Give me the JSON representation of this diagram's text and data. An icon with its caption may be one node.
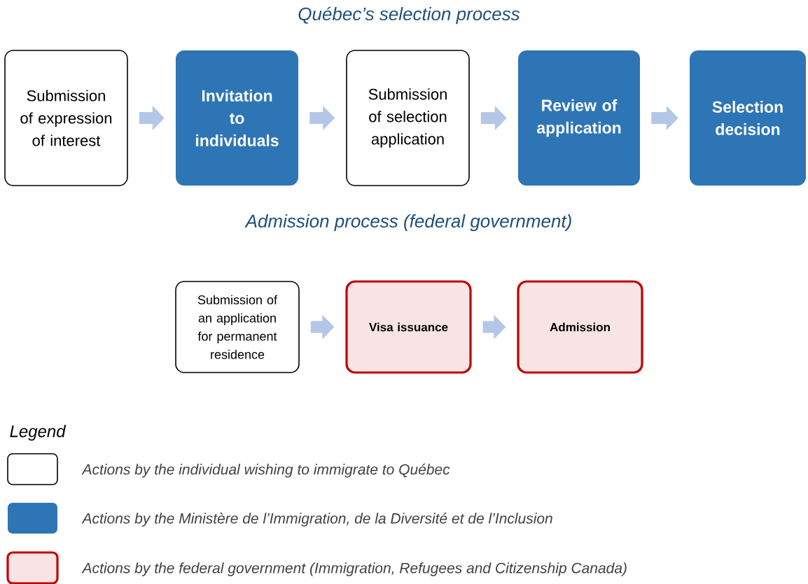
{
  "diagram": {
    "title": "Québec’s selection process",
    "nodes": [
      {
        "text": [
          "Submission of expression of interest"
        ]
      },
      {
        "text": [
          "Invitation to individuals"
        ]
      },
      {
        "text": [
          "Submission of selection application"
        ]
      },
      {
        "text": [
          "Review of application"
        ]
      },
      {
        "text": [
          "Selection decision"
        ]
      },
      {
        "text": [
          "Submission of an application for permanent residence"
        ]
      },
      {
        "text": [
          "Visa issuance"
        ]
      },
      {
        "text": [
          "Admission"
        ]
      }
    ],
    "edges": [
      {
        "from": 0,
        "to": 1,
        "arrow": "to"
      },
      {
        "from": 1,
        "to": 2,
        "arrow": "to"
      },
      {
        "from": 2,
        "to": 3,
        "arrow": "to"
      },
      {
        "from": 3,
        "to": 4,
        "arrow": "to"
      },
      {
        "from": 5,
        "to": 6,
        "arrow": "to"
      },
      {
        "from": 6,
        "to": 7,
        "arrow": "to"
      }
    ],
    "labels": [
      "Admission process (federal government)",
      "Legend"
    ],
    "legend": [
      {
        "text": "Actions by the individual wishing to immigrate to Québec"
      },
      {
        "text": "Actions by the Ministère de l’Immigration, de la Diversité et de l’Inclusion",
        "color": "#2e75b6"
      },
      {
        "text": "Actions by the federal government (Immigration, Refugees and Citizenship Canada)",
        "color": "#f8e4e4"
      }
    ]
  }
}
